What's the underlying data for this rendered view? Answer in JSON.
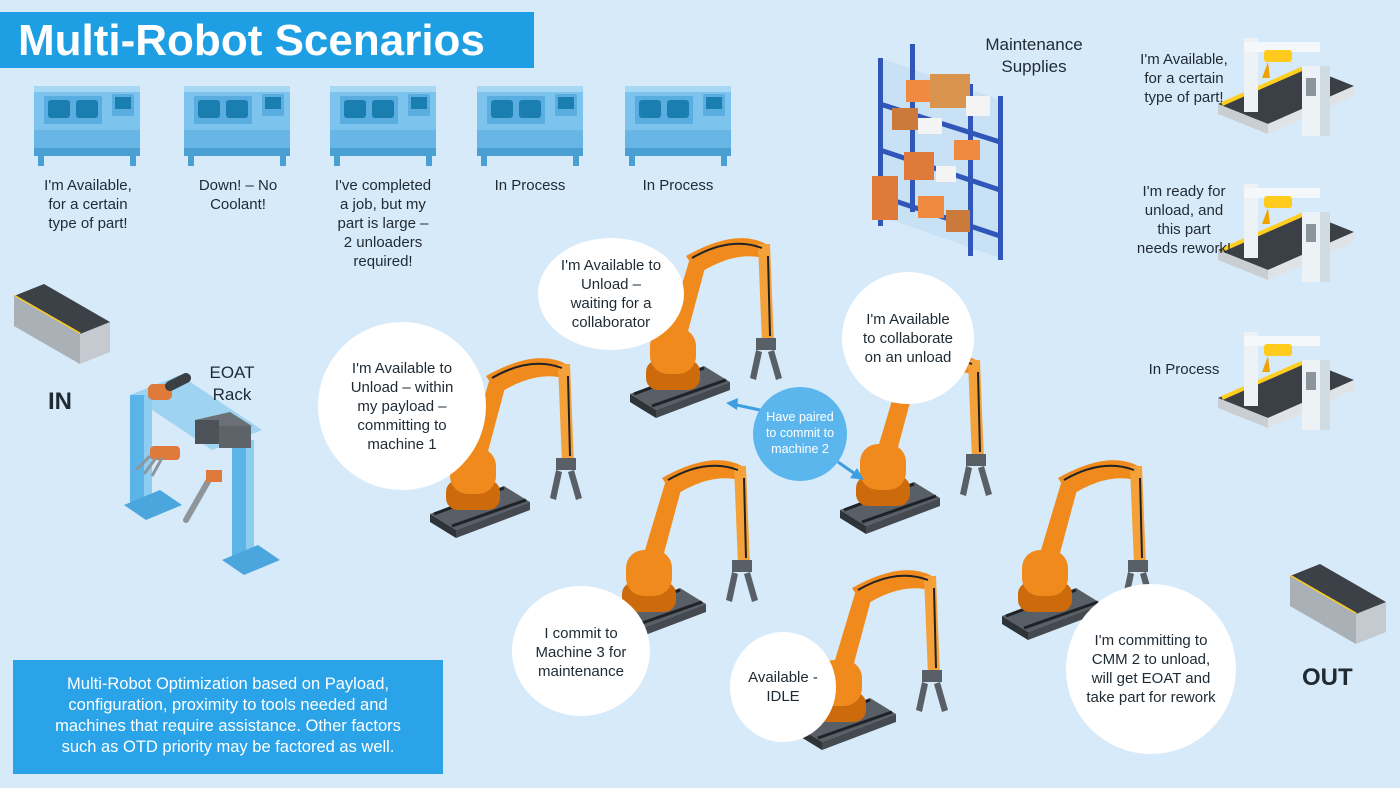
{
  "title": "Multi-Robot Scenarios",
  "machines": [
    {
      "status": [
        "I'm Available,",
        "for a certain",
        "type of part!"
      ]
    },
    {
      "status": [
        "Down! – No",
        "Coolant!"
      ]
    },
    {
      "status": [
        "I've completed",
        "a job, but my",
        "part is large –",
        "2 unloaders",
        "required!"
      ]
    },
    {
      "status": [
        "In Process"
      ]
    },
    {
      "status": [
        "In Process"
      ]
    }
  ],
  "maintenance_supplies": [
    "Maintenance",
    "Supplies"
  ],
  "eoat_rack": [
    "EOAT",
    "Rack"
  ],
  "in_label": "IN",
  "out_label": "OUT",
  "cmm_stations": [
    {
      "status": [
        "I'm Available,",
        "for a certain",
        "type of part!"
      ]
    },
    {
      "status": [
        "I'm ready for",
        "unload, and",
        "this part",
        "needs rework!"
      ]
    },
    {
      "status": [
        "In Process"
      ]
    }
  ],
  "robots": [
    {
      "bubble": [
        "I'm Available to",
        "Unload –",
        "waiting for a",
        "collaborator"
      ]
    },
    {
      "bubble": [
        "I'm Available to",
        "Unload – within",
        "my payload –",
        "committing to",
        "machine 1"
      ]
    },
    {
      "bubble": [
        "I'm Available",
        "to collaborate",
        "on an unload"
      ]
    },
    {
      "bubble": [
        "I commit to",
        "Machine 3 for",
        "maintenance"
      ]
    },
    {
      "bubble": [
        "Available -",
        "IDLE"
      ]
    },
    {
      "bubble": [
        "I'm committing to",
        "CMM 2 to unload,",
        "will get EOAT and",
        "take part for rework"
      ]
    }
  ],
  "pairing_note": [
    "Have paired",
    "to commit to",
    "machine 2"
  ],
  "info_box": [
    "Multi-Robot Optimization based on Payload,",
    "configuration, proximity to tools needed and",
    "machines that require assistance. Other factors",
    "such as OTD priority may be factored as well."
  ],
  "colors": {
    "background": "#d7eaf9",
    "accent": "#1e9fe4",
    "robot": "#f08a1c",
    "machine": "#7cc4ee"
  }
}
